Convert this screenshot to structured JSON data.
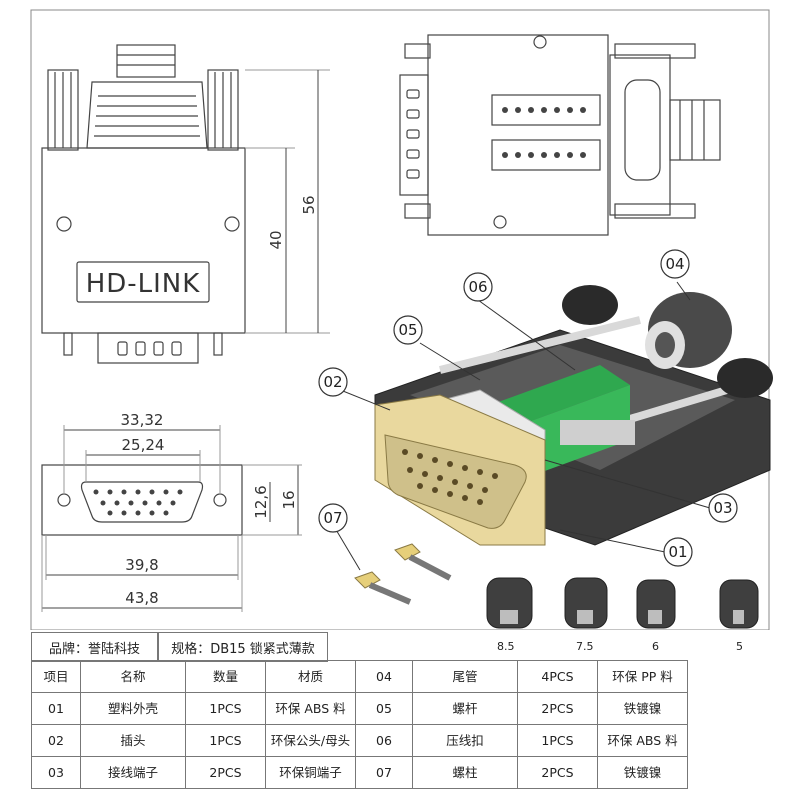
{
  "brand_label": "HD-LINK",
  "dimensions": {
    "height_total": "56",
    "height_body": "40",
    "width_outer": "33,32",
    "width_inner": "25,24",
    "depth_small": "12,6",
    "depth": "16",
    "width_body": "39,8",
    "width_total": "43,8"
  },
  "callouts": [
    "01",
    "02",
    "03",
    "04",
    "05",
    "06",
    "07"
  ],
  "grommet_sizes": [
    "8.5",
    "7.5",
    "6",
    "5"
  ],
  "spec": {
    "brand": "品牌：誉陆科技",
    "model": "规格：DB15 锁紧式薄款"
  },
  "table": {
    "headers": [
      "项目",
      "名称",
      "数量",
      "材质",
      "04",
      "尾管",
      "4PCS",
      "环保 PP 料"
    ],
    "rows": [
      [
        "01",
        "塑料外壳",
        "1PCS",
        "环保 ABS 料",
        "05",
        "螺杆",
        "2PCS",
        "铁镀镍"
      ],
      [
        "02",
        "插头",
        "1PCS",
        "环保公头/母头",
        "06",
        "压线扣",
        "1PCS",
        "环保 ABS 料"
      ],
      [
        "03",
        "接线端子",
        "2PCS",
        "环保铜端子",
        "07",
        "螺柱",
        "2PCS",
        "铁镀镍"
      ]
    ]
  }
}
